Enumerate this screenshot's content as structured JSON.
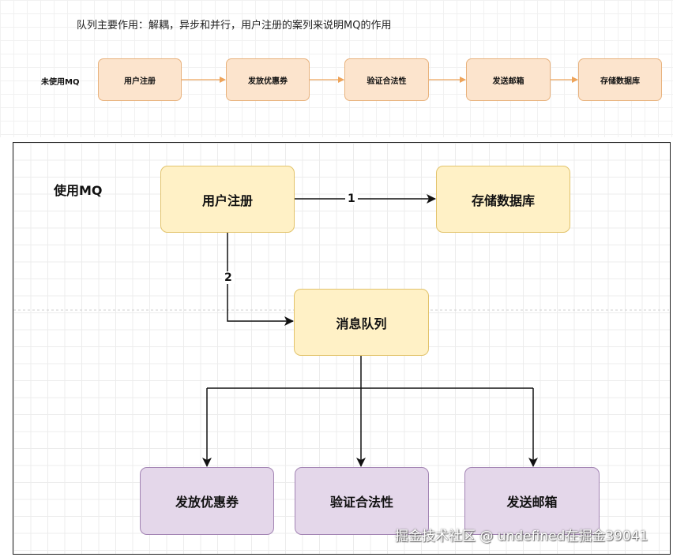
{
  "title": "队列主要作用：解耦，异步和并行，用户注册的案列来说明MQ的作用",
  "without_mq": {
    "label": "未使用MQ",
    "steps": [
      "用户注册",
      "发放优惠券",
      "验证合法性",
      "发送邮箱",
      "存储数据库"
    ]
  },
  "with_mq": {
    "label": "使用MQ",
    "register": "用户注册",
    "database": "存储数据库",
    "queue": "消息队列",
    "edge1": "1",
    "edge2": "2",
    "consumers": [
      "发放优惠券",
      "验证合法性",
      "发送邮箱"
    ]
  },
  "watermark": "掘金技术社区 @ undefined在掘金39041",
  "colors": {
    "top_box_fill": "#fce4cd",
    "top_arrow": "#eea45a",
    "yellow_fill": "#fff1c6",
    "purple_fill": "#e4d7ea"
  }
}
